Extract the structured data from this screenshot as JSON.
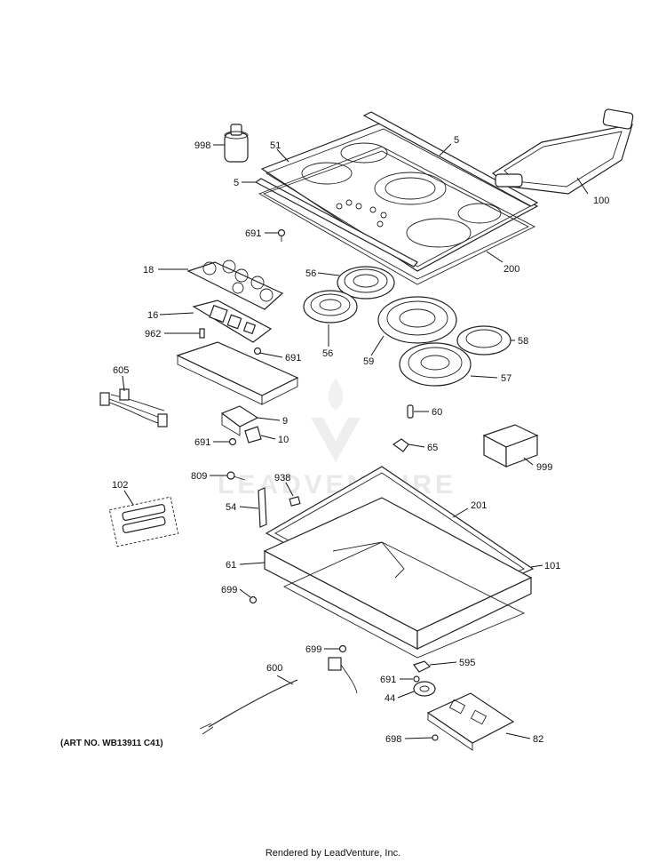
{
  "diagram": {
    "art_number": "(ART NO. WB13911 C41)",
    "watermark": "LEADVENTURE",
    "footer": "Rendered by LeadVenture, Inc.",
    "callouts": [
      {
        "id": "998",
        "text": "998"
      },
      {
        "id": "51",
        "text": "51"
      },
      {
        "id": "5a",
        "text": "5"
      },
      {
        "id": "5b",
        "text": "5"
      },
      {
        "id": "100",
        "text": "100"
      },
      {
        "id": "691a",
        "text": "691"
      },
      {
        "id": "200",
        "text": "200"
      },
      {
        "id": "18",
        "text": "18"
      },
      {
        "id": "56a",
        "text": "56"
      },
      {
        "id": "16",
        "text": "16"
      },
      {
        "id": "962",
        "text": "962"
      },
      {
        "id": "691b",
        "text": "691"
      },
      {
        "id": "56b",
        "text": "56"
      },
      {
        "id": "59",
        "text": "59"
      },
      {
        "id": "58",
        "text": "58"
      },
      {
        "id": "57",
        "text": "57"
      },
      {
        "id": "605",
        "text": "605"
      },
      {
        "id": "60",
        "text": "60"
      },
      {
        "id": "9",
        "text": "9"
      },
      {
        "id": "691c",
        "text": "691"
      },
      {
        "id": "10",
        "text": "10"
      },
      {
        "id": "65",
        "text": "65"
      },
      {
        "id": "999",
        "text": "999"
      },
      {
        "id": "809",
        "text": "809"
      },
      {
        "id": "938",
        "text": "938"
      },
      {
        "id": "102",
        "text": "102"
      },
      {
        "id": "54",
        "text": "54"
      },
      {
        "id": "201",
        "text": "201"
      },
      {
        "id": "61",
        "text": "61"
      },
      {
        "id": "101",
        "text": "101"
      },
      {
        "id": "699a",
        "text": "699"
      },
      {
        "id": "699b",
        "text": "699"
      },
      {
        "id": "600",
        "text": "600"
      },
      {
        "id": "595",
        "text": "595"
      },
      {
        "id": "691d",
        "text": "691"
      },
      {
        "id": "44",
        "text": "44"
      },
      {
        "id": "698",
        "text": "698"
      },
      {
        "id": "82",
        "text": "82"
      }
    ]
  }
}
